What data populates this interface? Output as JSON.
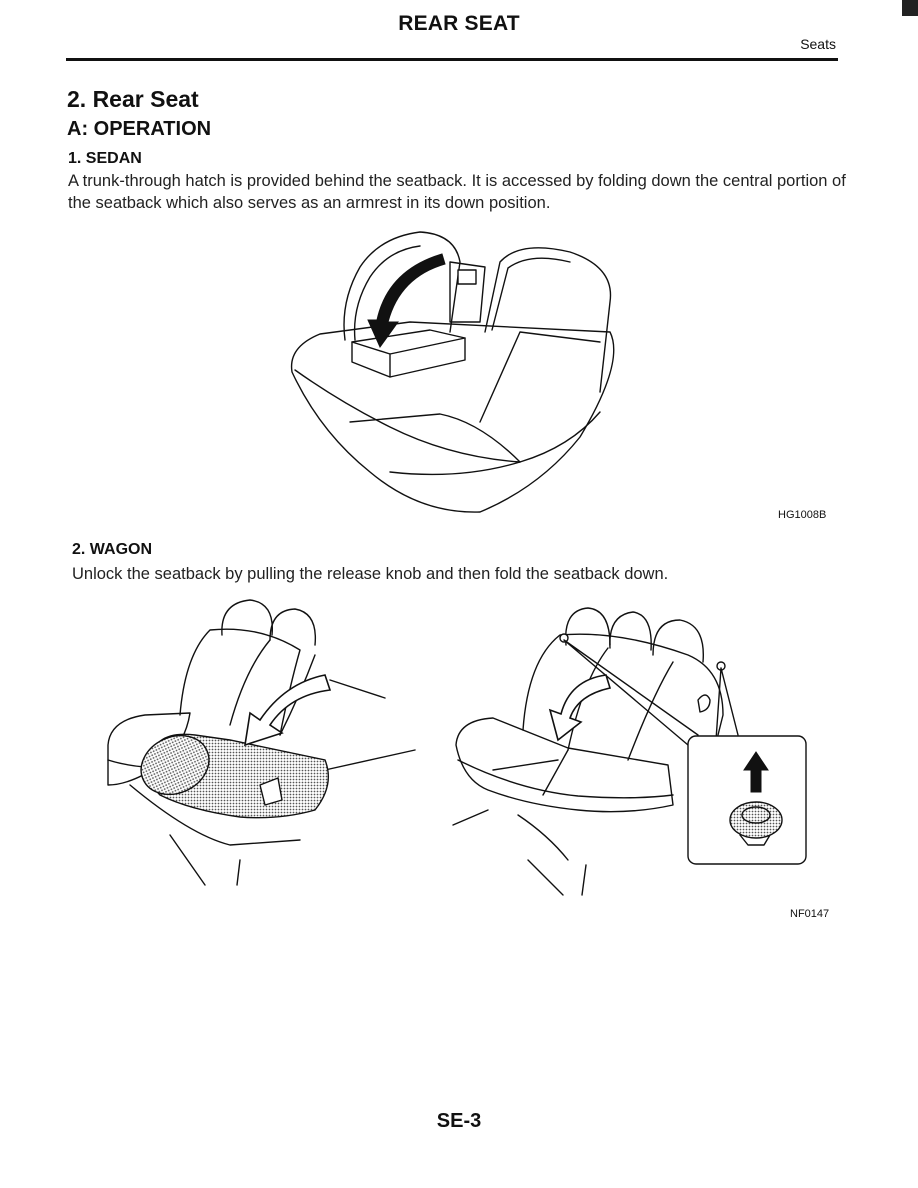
{
  "header": {
    "title": "REAR SEAT",
    "section": "Seats"
  },
  "section": {
    "title": "2. Rear Seat",
    "subtitle": "A: OPERATION"
  },
  "items": [
    {
      "heading": "1. SEDAN",
      "text": "A trunk-through hatch is provided behind the seatback. It is accessed by folding down the central portion of the seatback which also serves as an armrest in its down position.",
      "figure_id": "HG1008B"
    },
    {
      "heading": "2. WAGON",
      "text": "Unlock the seatback by pulling the release knob and then fold the seatback down.",
      "figure_id": "NF0147"
    }
  ],
  "footer": {
    "page_number": "SE-3"
  }
}
